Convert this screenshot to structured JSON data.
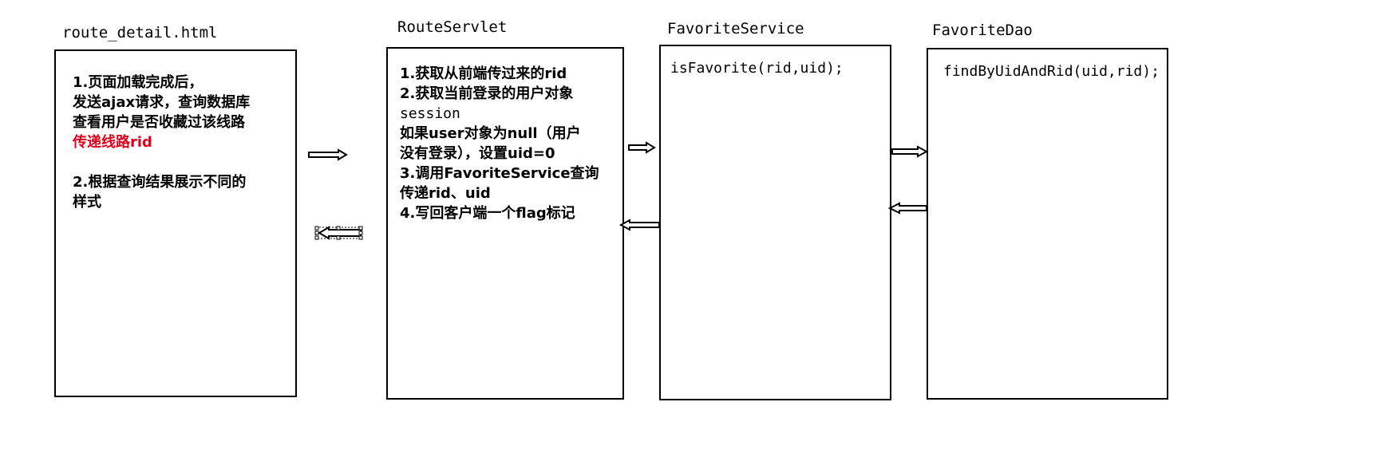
{
  "columns": {
    "route_detail": {
      "title": "route_detail.html",
      "lines": [
        "1.页面加载完成后，",
        "发送ajax请求，查询数据库",
        "查看用户是否收藏过该线路",
        "传递线路rid",
        "",
        "2.根据查询结果展示不同的",
        "样式"
      ]
    },
    "route_servlet": {
      "title": "RouteServlet",
      "lines": [
        "1.获取从前端传过来的rid",
        "2.获取当前登录的用户对象",
        "session",
        "如果user对象为null（用户",
        "没有登录），设置uid=0",
        "3.调用FavoriteService查询",
        "传递rid、uid",
        "4.写回客户端一个flag标记"
      ]
    },
    "favorite_service": {
      "title": "FavoriteService",
      "method": "isFavorite(rid,uid);"
    },
    "favorite_dao": {
      "title": "FavoriteDao",
      "method": "findByUidAndRid(uid,rid);"
    }
  },
  "colors": {
    "highlight": "#e0001b",
    "stroke": "#000000",
    "background": "#ffffff"
  }
}
